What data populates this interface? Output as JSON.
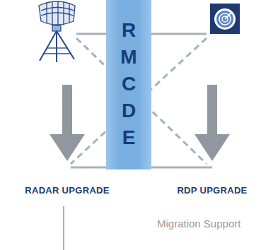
{
  "diagram": {
    "nodes": [
      {
        "text": [
          "RMCDE"
        ]
      }
    ],
    "labels": [
      "RADAR UPGRADE",
      "RDP UPGRADE",
      "Migration Support"
    ]
  }
}
